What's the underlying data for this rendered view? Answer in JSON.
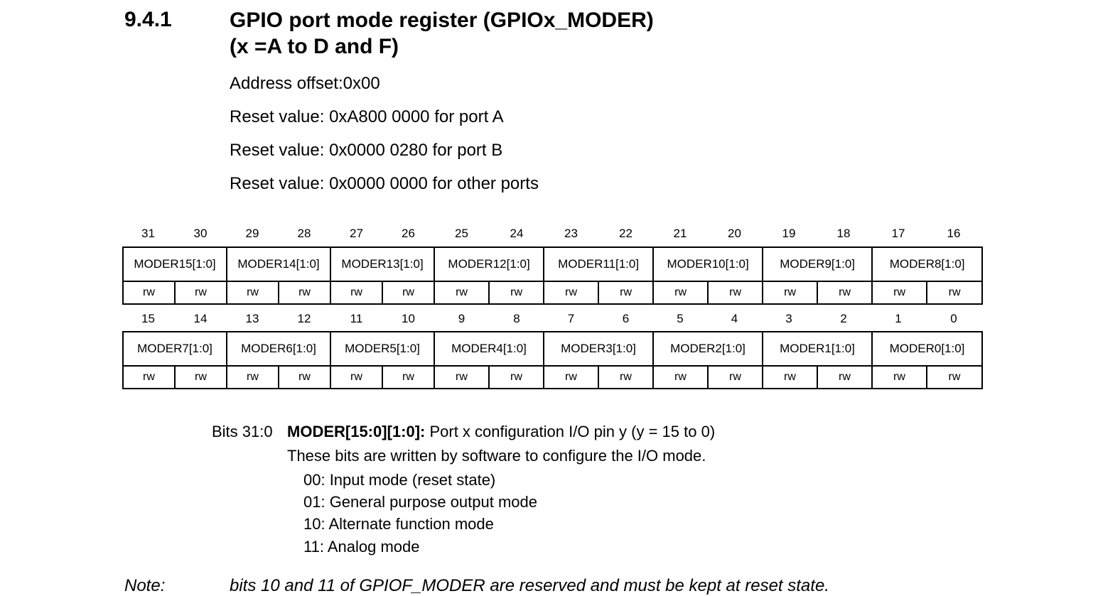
{
  "section": {
    "number": "9.4.1",
    "title_line1": "GPIO port mode register (GPIOx_MODER)",
    "title_line2": "(x =A to D and F)"
  },
  "register_info": {
    "address_offset": "Address offset:0x00",
    "reset_port_a": "Reset value: 0xA800 0000 for port A",
    "reset_port_b": "Reset value: 0x0000 0280 for port B",
    "reset_other": "Reset value: 0x0000 0000 for other ports"
  },
  "upper_register": {
    "bit_numbers": [
      "31",
      "30",
      "29",
      "28",
      "27",
      "26",
      "25",
      "24",
      "23",
      "22",
      "21",
      "20",
      "19",
      "18",
      "17",
      "16"
    ],
    "fields": [
      "MODER15[1:0]",
      "MODER14[1:0]",
      "MODER13[1:0]",
      "MODER12[1:0]",
      "MODER11[1:0]",
      "MODER10[1:0]",
      "MODER9[1:0]",
      "MODER8[1:0]"
    ],
    "access": [
      "rw",
      "rw",
      "rw",
      "rw",
      "rw",
      "rw",
      "rw",
      "rw",
      "rw",
      "rw",
      "rw",
      "rw",
      "rw",
      "rw",
      "rw",
      "rw"
    ]
  },
  "lower_register": {
    "bit_numbers": [
      "15",
      "14",
      "13",
      "12",
      "11",
      "10",
      "9",
      "8",
      "7",
      "6",
      "5",
      "4",
      "3",
      "2",
      "1",
      "0"
    ],
    "fields": [
      "MODER7[1:0]",
      "MODER6[1:0]",
      "MODER5[1:0]",
      "MODER4[1:0]",
      "MODER3[1:0]",
      "MODER2[1:0]",
      "MODER1[1:0]",
      "MODER0[1:0]"
    ],
    "access": [
      "rw",
      "rw",
      "rw",
      "rw",
      "rw",
      "rw",
      "rw",
      "rw",
      "rw",
      "rw",
      "rw",
      "rw",
      "rw",
      "rw",
      "rw",
      "rw"
    ]
  },
  "description": {
    "bits_label": "Bits 31:0",
    "field_name": "MODER[15:0][1:0]:",
    "field_summary": " Port x configuration I/O pin y (y = 15 to 0)",
    "detail": "These bits are written by software to configure the I/O mode.",
    "options": [
      "00: Input mode (reset state)",
      "01: General purpose output mode",
      "10: Alternate function mode",
      "11: Analog mode"
    ]
  },
  "note": {
    "label": "Note:",
    "text": "bits 10 and 11 of GPIOF_MODER are reserved and must be kept at reset state."
  }
}
